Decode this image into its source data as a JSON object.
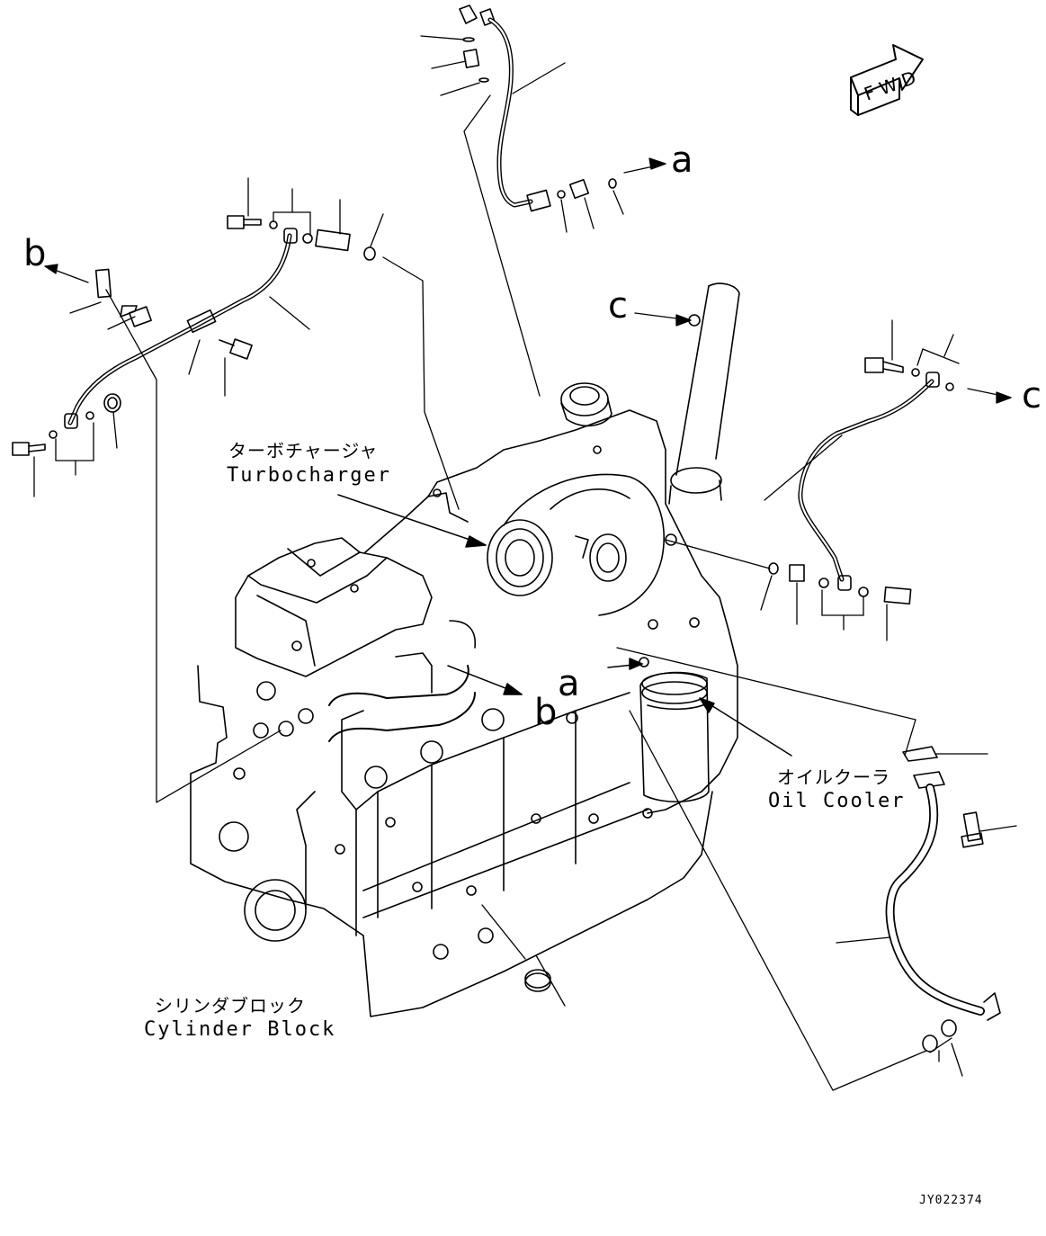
{
  "drawing_id": "JY022374",
  "fwd_marker": "FWD",
  "refs": {
    "a": "a",
    "b": "b",
    "c": "c"
  },
  "components": {
    "turbocharger": {
      "jp": "ターボチャージャ",
      "en": "Turbocharger"
    },
    "oil_cooler": {
      "jp": "オイルクーラ",
      "en": "Oil Cooler"
    },
    "cylinder_block": {
      "jp": "シリンダブロック",
      "en": "Cylinder Block"
    }
  }
}
